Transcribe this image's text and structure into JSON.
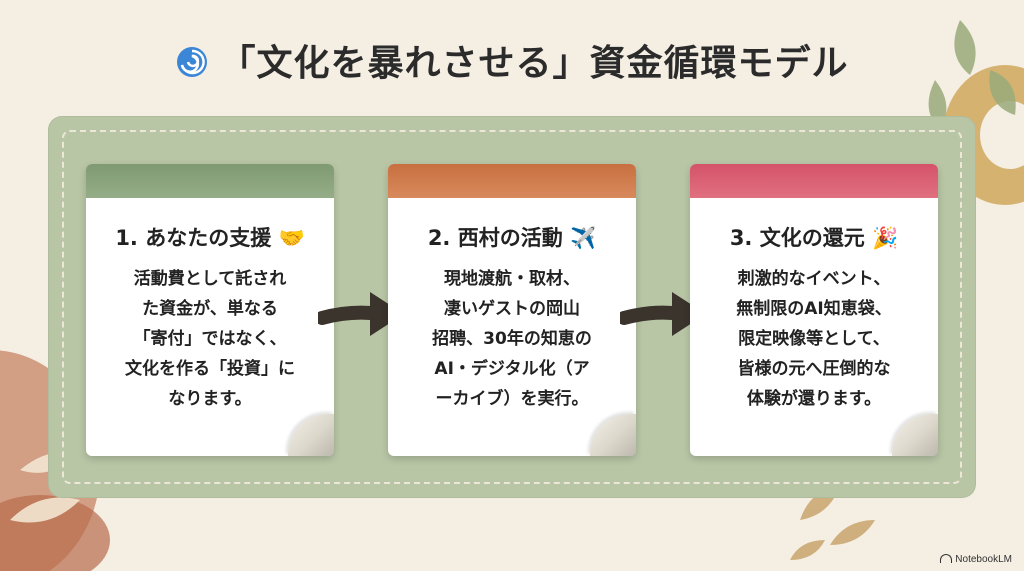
{
  "title": "「文化を暴れさせる」資金循環モデル",
  "title_icon": "cyclone-icon",
  "colors": {
    "background": "#f4eee3",
    "panel": "#b9c6a6",
    "band_green": "#86a07a",
    "band_orange": "#cd7a4c",
    "band_pink": "#d95b6d",
    "arrow": "#3a342c"
  },
  "steps": [
    {
      "heading": "1. あなたの支援",
      "emoji": "🤝",
      "icon": "handshake-icon",
      "body": "活動費として託され\nた資金が、単なる\n「寄付」ではなく、\n文化を作る「投資」に\nなります。"
    },
    {
      "heading": "2. 西村の活動",
      "emoji": "✈️",
      "icon": "airplane-icon",
      "body": "現地渡航・取材、\n凄いゲストの岡山\n招聘、30年の知恵の\nAI・デジタル化（ア\nーカイブ）を実行。"
    },
    {
      "heading": "3. 文化の還元",
      "emoji": "🎉",
      "icon": "party-popper-icon",
      "body": "刺激的なイベント、\n無制限のAI知恵袋、\n限定映像等として、\n皆様の元へ圧倒的な\n体験が還ります。"
    }
  ],
  "brand": "NotebookLM"
}
